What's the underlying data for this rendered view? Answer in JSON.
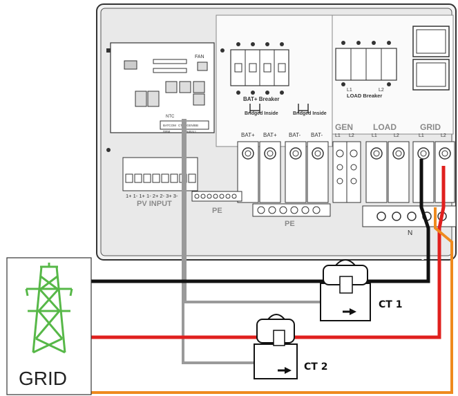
{
  "colors": {
    "black_wire": "#111111",
    "red_wire": "#e0201e",
    "orange_wire": "#ef8a1e",
    "gray_wire": "#9a9a9a",
    "grid_icon": "#57b848"
  },
  "icons": {
    "grid_tower": "transmission-tower-icon"
  },
  "board": {
    "ntc": "NTC",
    "fan": "FAN",
    "rows": [
      "BATCOM",
      "CT",
      "GEN/BB",
      "DRM",
      "PARALL"
    ]
  },
  "breakers": {
    "bat_breaker_label": "BAT+ Breaker",
    "bridged_1": "Bridged Inside",
    "bridged_2": "Bridged Inside",
    "load_breaker_label": "LOAD Breaker",
    "load_l1": "L1",
    "load_l2": "L2"
  },
  "terminals": {
    "bat_labels": [
      "BAT+",
      "BAT+",
      "BAT-",
      "BAT-"
    ],
    "gen_header": "GEN",
    "load_header": "LOAD",
    "grid_header": "GRID",
    "gen_sub": [
      "L1",
      "L2"
    ],
    "load_sub": [
      "L1",
      "L2"
    ],
    "grid_sub": [
      "L1",
      "L2"
    ],
    "n_label": "N"
  },
  "pv": {
    "labels": "1+  1-  1+  1-  2+  2-  3+  3-",
    "title": "PV INPUT"
  },
  "pe": {
    "label_1": "PE",
    "label_2": "PE"
  },
  "grid_label": "GRID",
  "ct1_label": "CT 1",
  "ct2_label": "CT 2"
}
